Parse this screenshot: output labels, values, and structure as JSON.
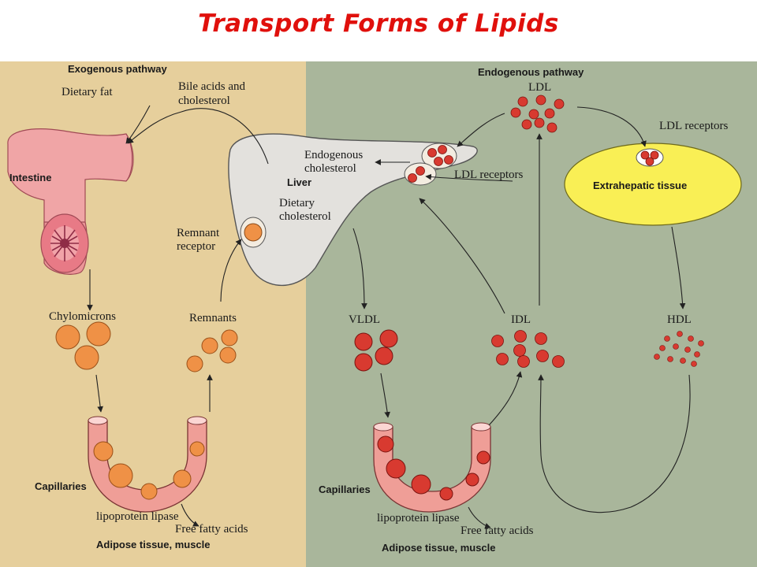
{
  "title": "Transport Forms of Lipids",
  "colors": {
    "exogenous_bg": "#e6cf9c",
    "endogenous_bg": "#a9b69b",
    "title_red": "#e0100c",
    "chylomicron_orange": "#ef9146",
    "lipoprotein_red": "#d83a30",
    "liver_gray": "#e3e1dd",
    "intestine_pink": "#f0a5a6",
    "capillary_pink": "#ef9e97",
    "extrahepatic_yellow": "#f9ef55"
  },
  "exogenous": {
    "header": "Exogenous pathway",
    "dietary_fat": "Dietary fat",
    "bile_acids_1": "Bile acids and",
    "bile_acids_2": "cholesterol",
    "intestine": "Intestine",
    "chylomicrons": "Chylomicrons",
    "remnants": "Remnants",
    "remnant_receptor_1": "Remnant",
    "remnant_receptor_2": "receptor",
    "capillaries": "Capillaries",
    "lipoprotein_lipase": "lipoprotein lipase",
    "free_fatty_acids": "Free fatty acids",
    "adipose": "Adipose tissue, muscle"
  },
  "liver": {
    "label": "Liver",
    "endogenous_chol_1": "Endogenous",
    "endogenous_chol_2": "cholesterol",
    "dietary_chol_1": "Dietary",
    "dietary_chol_2": "cholesterol",
    "ldl_receptors": "LDL receptors"
  },
  "endogenous": {
    "header": "Endogenous pathway",
    "ldl": "LDL",
    "ldl_receptors": "LDL receptors",
    "extrahepatic": "Extrahepatic tissue",
    "vldl": "VLDL",
    "idl": "IDL",
    "hdl": "HDL",
    "capillaries": "Capillaries",
    "lipoprotein_lipase": "lipoprotein lipase",
    "free_fatty_acids": "Free fatty acids",
    "adipose": "Adipose tissue, muscle"
  }
}
